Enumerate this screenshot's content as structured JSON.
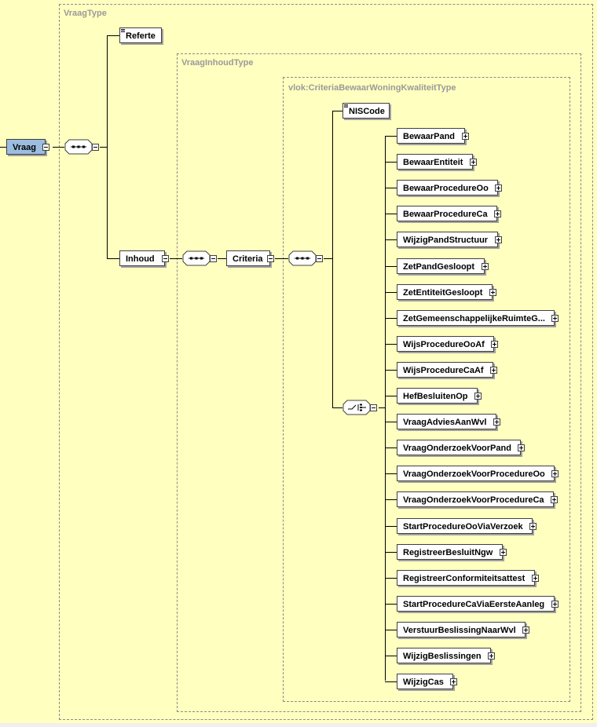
{
  "types": {
    "outer": "VraagType",
    "inhoud": "VraagInhoudType",
    "criteria": "vlok:CriteriaBewaarWoningKwaliteitType"
  },
  "elements": {
    "root": "Vraag",
    "referte": "Referte",
    "inhoud": "Inhoud",
    "criteria": "Criteria",
    "niscode": "NISCode"
  },
  "choices": [
    "BewaarPand",
    "BewaarEntiteit",
    "BewaarProcedureOo",
    "BewaarProcedureCa",
    "WijzigPandStructuur",
    "ZetPandGesloopt",
    "ZetEntiteitGesloopt",
    "ZetGemeenschappelijkeRuimteG...",
    "WijsProcedureOoAf",
    "WijsProcedureCaAf",
    "HefBesluitenOp",
    "VraagAdviesAanWvl",
    "VraagOnderzoekVoorPand",
    "VraagOnderzoekVoorProcedureOo",
    "VraagOnderzoekVoorProcedureCa",
    "StartProcedureOoViaVerzoek",
    "RegistreerBesluitNgw",
    "RegistreerConformiteitsattest",
    "StartProcedureCaViaEersteAanleg",
    "VerstuurBeslissingNaarWvl",
    "WijzigBeslissingen",
    "WijzigCas"
  ],
  "colors": {
    "background": "#ffffc0",
    "root_fill": "#9cbde0",
    "element_fill": "#ffffff",
    "connector": "#000000",
    "type_border": "#8a8a8a"
  }
}
